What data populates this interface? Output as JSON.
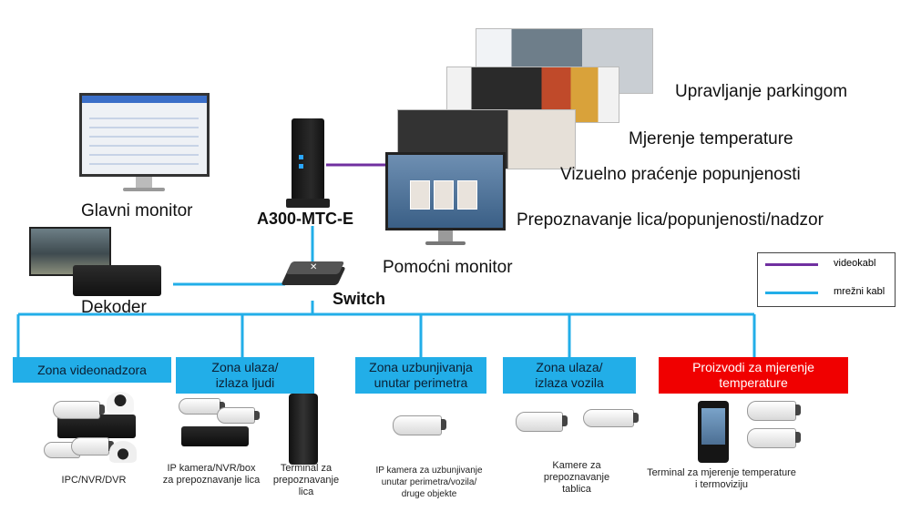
{
  "devices": {
    "main_server": "A300-MTC-E",
    "switch": "Switch",
    "main_monitor": "Glavni monitor",
    "aux_monitor": "Pomoćni monitor",
    "decoder": "Dekoder"
  },
  "functions": [
    "Upravljanje parkingom",
    "Mjerenje temperature",
    "Vizuelno praćenje popunjenosti",
    "Prepoznavanje lica/popunjenosti/nadzor"
  ],
  "legend": {
    "video": "videokabl",
    "network": "mrežni kabl"
  },
  "colors": {
    "video_cable": "#7030a0",
    "network_cable": "#22aee8",
    "zone_fill": "#22aee8",
    "highlight_zone": "#f00000"
  },
  "zones": [
    {
      "title": "Zona videonadzora",
      "captions": [
        "IPC/NVR/DVR"
      ]
    },
    {
      "title": "Zona ulaza/\nizlaza ljudi",
      "captions": [
        "IP kamera/NVR/box\nza prepoznavanje lica",
        "Terminal za\nprepoznavanje\nlica"
      ]
    },
    {
      "title": "Zona uzbunjivanja\nunutar perimetra",
      "captions": [
        "IP kamera za uzbunjivanje\nunutar perimetra/vozila/\ndruge objekte"
      ]
    },
    {
      "title": "Zona ulaza/\nizlaza vozila",
      "captions": [
        "Kamere za\nprepoznavanje\ntablica"
      ]
    },
    {
      "title": "Proizvodi za mjerenje\ntemperature",
      "captions": [
        "Terminal za mjerenje temperature\ni termoviziju"
      ]
    }
  ],
  "icons": {
    "server": "server-tower-icon",
    "switch": "network-switch-icon",
    "camera": "bullet-camera-icon",
    "dome": "dome-camera-icon",
    "recorder": "nvr-box-icon",
    "terminal": "face-terminal-icon"
  }
}
